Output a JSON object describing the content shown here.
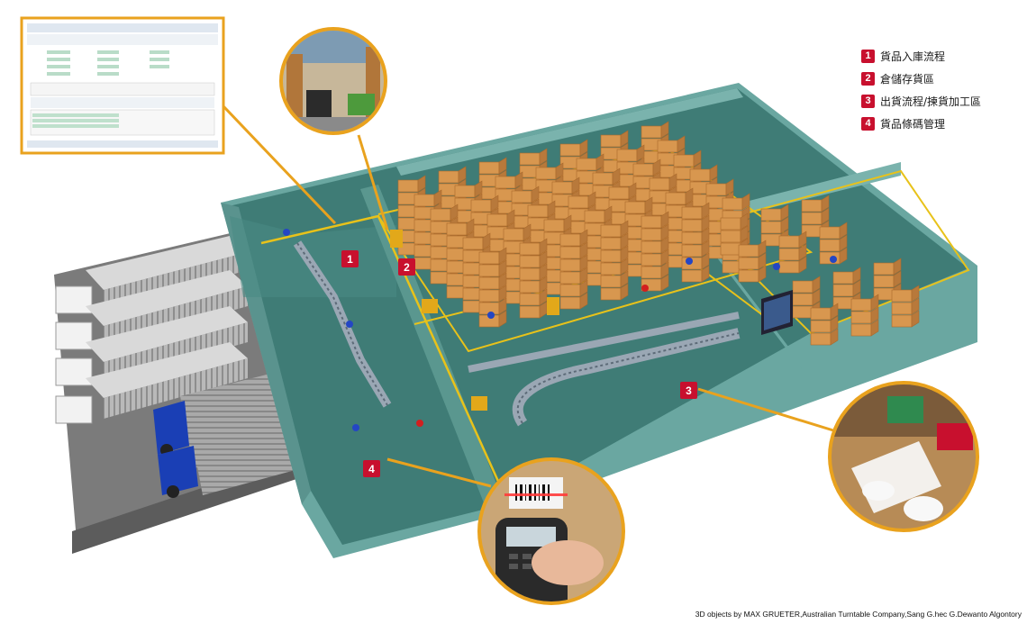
{
  "legend": {
    "items": [
      {
        "number": "1",
        "label": "貨品入庫流程"
      },
      {
        "number": "2",
        "label": "倉儲存貨區"
      },
      {
        "number": "3",
        "label": "出貨流程/揀貨加工區"
      },
      {
        "number": "4",
        "label": "貨品條碼管理"
      }
    ]
  },
  "markers": {
    "m1": "1",
    "m2": "2",
    "m3": "3",
    "m4": "4"
  },
  "credit": "3D objects by MAX GRUETER,Australian Turntable Company,Sang G.hec G.Dewanto Algontory",
  "colors": {
    "badge": "#c8102e",
    "callout_border": "#e9a21e",
    "floor": "#3f7c76",
    "wall": "#5f9f9a",
    "rack": "#d8974f"
  }
}
